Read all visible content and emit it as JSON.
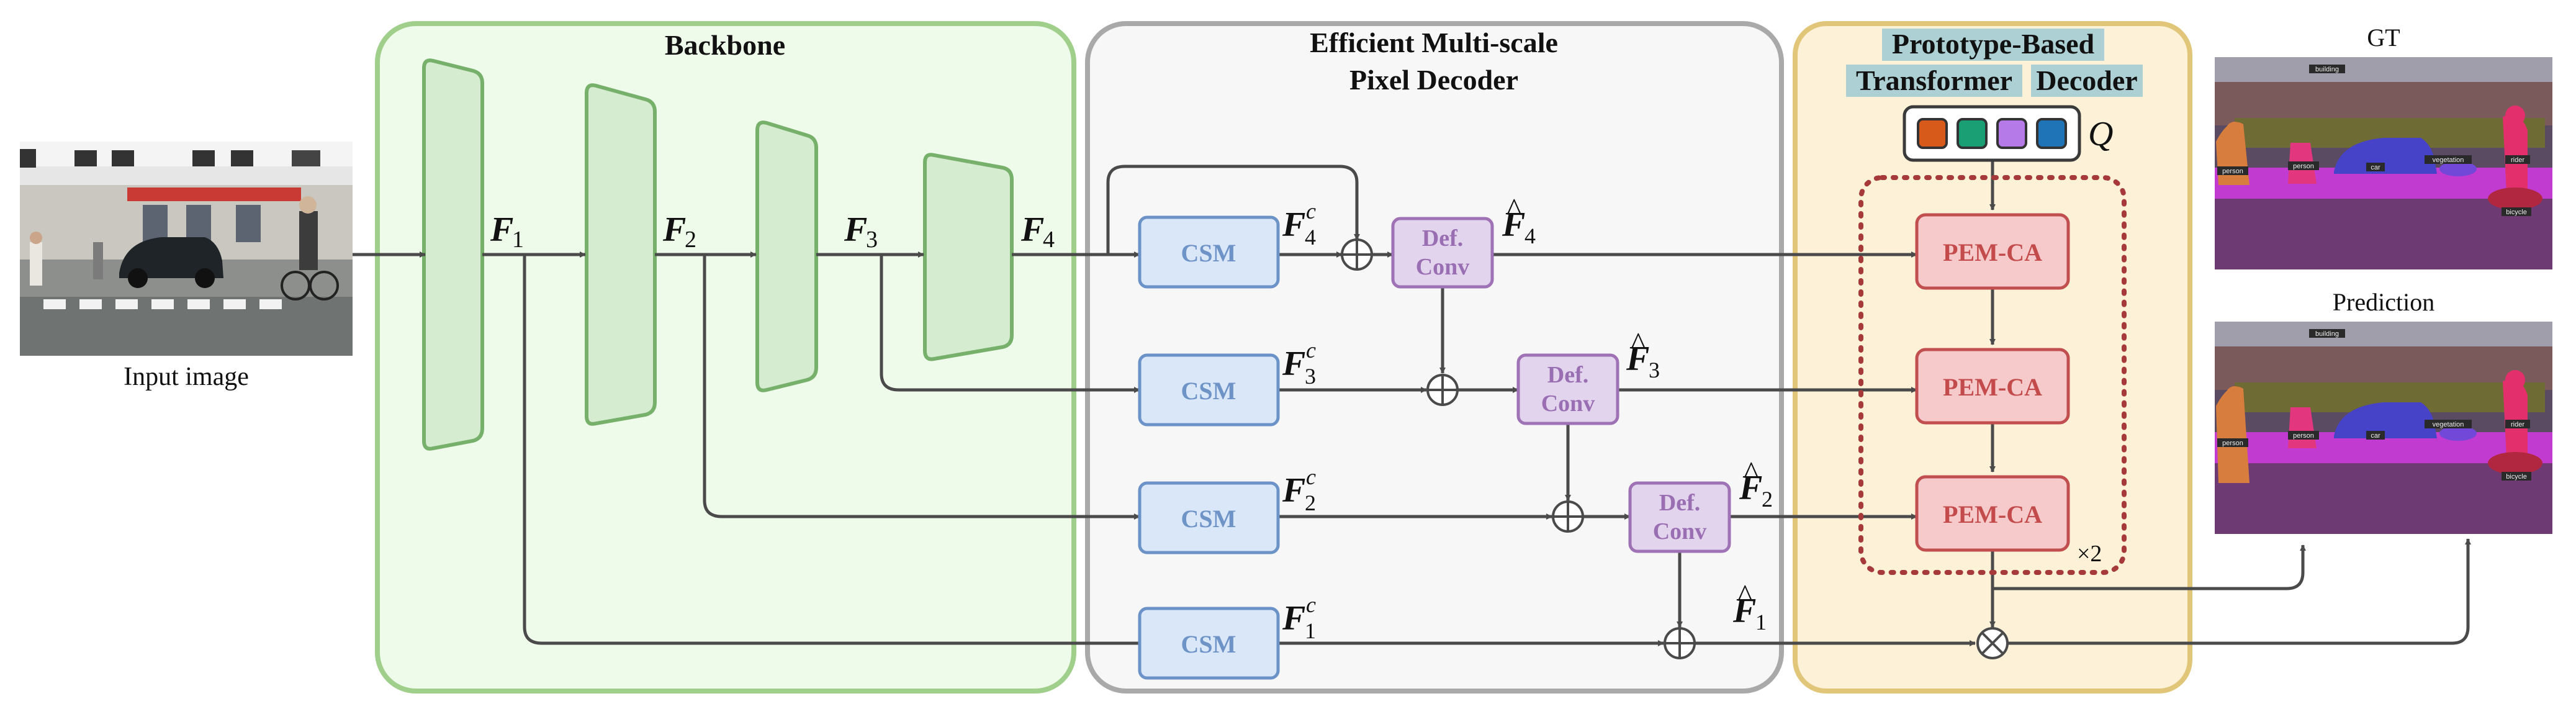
{
  "input": {
    "caption": "Input image"
  },
  "backbone": {
    "title": "Backbone",
    "features": [
      {
        "base": "F",
        "sub": "1"
      },
      {
        "base": "F",
        "sub": "2"
      },
      {
        "base": "F",
        "sub": "3"
      },
      {
        "base": "F",
        "sub": "4"
      }
    ]
  },
  "pixel_decoder": {
    "title_line1": "Efficient Multi-scale",
    "title_line2": "Pixel Decoder",
    "csm_label": "CSM",
    "csm_outputs": [
      {
        "base": "F",
        "sup": "c",
        "sub": "4"
      },
      {
        "base": "F",
        "sup": "c",
        "sub": "3"
      },
      {
        "base": "F",
        "sup": "c",
        "sub": "2"
      },
      {
        "base": "F",
        "sup": "c",
        "sub": "1"
      }
    ],
    "defconv_line1": "Def.",
    "defconv_line2": "Conv",
    "outputs": [
      {
        "base": "F",
        "hat": "^",
        "sub": "4"
      },
      {
        "base": "F",
        "hat": "^",
        "sub": "3"
      },
      {
        "base": "F",
        "hat": "^",
        "sub": "2"
      },
      {
        "base": "F",
        "hat": "^",
        "sub": "1"
      }
    ]
  },
  "transformer_decoder": {
    "title_line1": "Prototype-Based",
    "title_line2_a": "Transformer",
    "title_line2_b": "Decoder",
    "query_label": "Q",
    "query_colors": [
      "#d85a1a",
      "#1a9e74",
      "#b57ae8",
      "#1f74b8"
    ],
    "pem_label": "PEM-CA",
    "repeat_label": "×2"
  },
  "outputs": {
    "gt_title": "GT",
    "prediction_title": "Prediction",
    "seg_labels": [
      "building",
      "person",
      "person",
      "car",
      "vegetation",
      "rider",
      "bicycle"
    ]
  },
  "colors": {
    "backbone_fill": "#eefaea",
    "backbone_border": "#9fcf8a",
    "trapezoid_fill": "#d5ecd1",
    "trapezoid_border": "#76b06a",
    "decoder_fill": "#f7f7f7",
    "decoder_border": "#a9a9a9",
    "td_fill": "#fdf2d7",
    "td_border": "#e1c67a",
    "csm_fill": "#dae7f8",
    "csm_border": "#6c93c8",
    "csm_text": "#6d93c7",
    "def_fill": "#e3d4ed",
    "def_border": "#9e72b4",
    "def_text": "#9a6eb2",
    "pem_fill": "#f6caca",
    "pem_border": "#c24f4f",
    "pem_text": "#c44b4b",
    "loop_border": "#a63a3a",
    "title_highlight": "#acd0d3",
    "arrow": "#4a4a4a"
  }
}
